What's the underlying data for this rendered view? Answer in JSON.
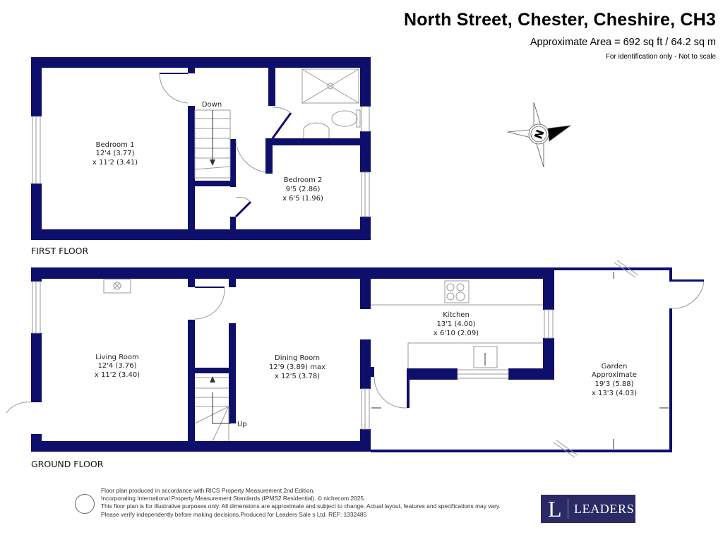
{
  "header": {
    "title": "North Street, Chester, Cheshire, CH3",
    "area": "Approximate Area = 692 sq ft / 64.2 sq m",
    "note": "For identification only - Not to scale"
  },
  "compass": {
    "label": "N"
  },
  "first_floor": {
    "label": "FIRST FLOOR",
    "stairs_label": "Down",
    "rooms": [
      {
        "name": "Bedroom 1",
        "dim1": "12'4 (3.77)",
        "dim2": "x 11'2 (3.41)"
      },
      {
        "name": "Bedroom 2",
        "dim1": "9'5 (2.86)",
        "dim2": "x 6'5 (1.96)"
      }
    ]
  },
  "ground_floor": {
    "label": "GROUND FLOOR",
    "stairs_label": "Up",
    "rooms": [
      {
        "name": "Living Room",
        "dim1": "12'4 (3.76)",
        "dim2": "x 11'2 (3.40)"
      },
      {
        "name": "Dining Room",
        "dim1": "12'9 (3.89) max",
        "dim2": "x 12'5 (3.78)"
      },
      {
        "name": "Kitchen",
        "dim1": "13'1 (4.00)",
        "dim2": "x 6'10 (2.09)"
      },
      {
        "name": "Garden",
        "name2": "Approximate",
        "dim1": "19'3 (5.88)",
        "dim2": "x 13'3 (4.03)"
      }
    ]
  },
  "footer": {
    "line1": "Floor plan produced in accordance with RICS Property Measurement 2nd Edition,",
    "line2": "Incorporating International Property Measurement Standards (IPMS2 Residential).  © nichecom 2025.",
    "line3": "This floor plan is for illustrative purposes only. All dimensions are approximate and subject to change. Actual layout, features and specifications may vary.",
    "line4": "Please verify independently before making decisions.Produced for Leaders Sale s Ltd.   REF: 1332485"
  },
  "logo": {
    "letter": "L",
    "name": "LEADERS"
  },
  "colors": {
    "wall": "#0e0e6b",
    "logo_bg": "#2b2a66"
  }
}
